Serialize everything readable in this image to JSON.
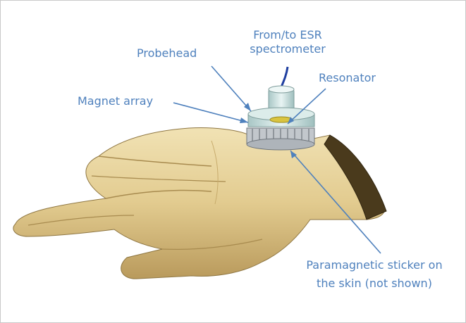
{
  "labels": {
    "from_to_line1": "From/to ESR",
    "from_to_line2": "spectrometer",
    "probehead": "Probehead",
    "resonator": "Resonator",
    "magnet_array": "Magnet array",
    "sticker_line1": "Paramagnetic sticker on",
    "sticker_line2": "the skin (not shown)"
  },
  "colors": {
    "label_text": "#4f81bd",
    "hand_skin": "#e2cb8f",
    "probehead_body": "#bcd7d6",
    "cable": "#1f3fa0"
  }
}
